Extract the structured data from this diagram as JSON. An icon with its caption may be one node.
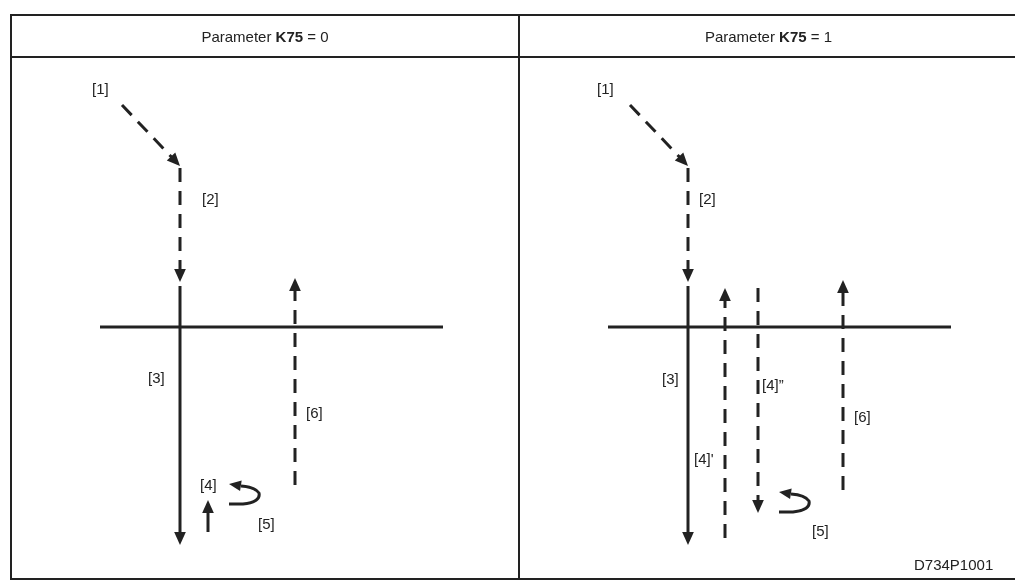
{
  "diagram": {
    "nodes": [
      {
        "text": [
          "Parameter **K75** = 0"
        ]
      },
      {
        "text": [
          "Parameter **K75** = 1"
        ]
      }
    ],
    "labels": [
      "[1]",
      "[2]",
      "[3]",
      "[6]",
      "[4]",
      "[5]",
      "[1]",
      "[2]",
      "[3]",
      "[4]”",
      "[6]",
      "[4]'",
      "[5]",
      "D734P1001"
    ]
  }
}
